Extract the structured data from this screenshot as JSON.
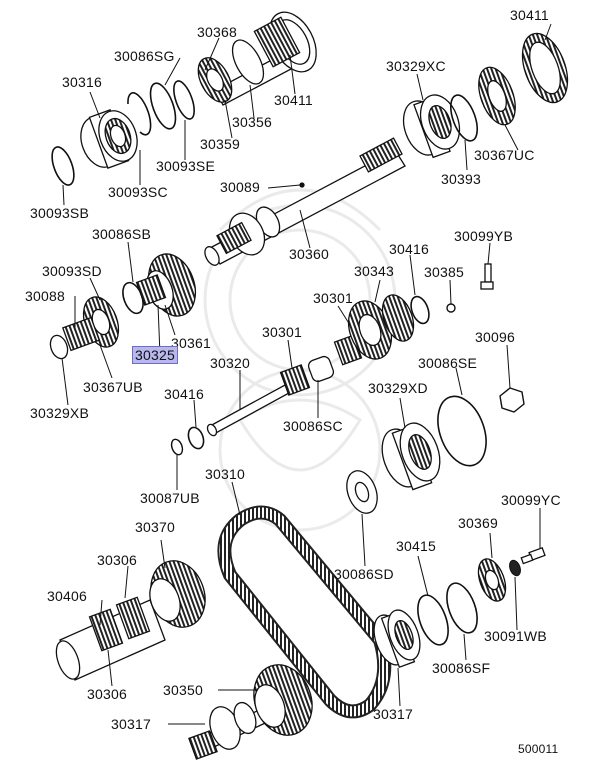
{
  "diagram": {
    "diagram_number": "500011",
    "highlighted_part": "30325",
    "labels": {
      "p30411_top": "30411",
      "p30368": "30368",
      "p30086SG": "30086SG",
      "p30329XC": "30329XC",
      "p30316": "30316",
      "p30411_mid": "30411",
      "p30356": "30356",
      "p30359": "30359",
      "p30093SE": "30093SE",
      "p30367UC": "30367UC",
      "p30093SC": "30093SC",
      "p30393": "30393",
      "p30089": "30089",
      "p30093SB": "30093SB",
      "p30086SB": "30086SB",
      "p30099YB": "30099YB",
      "p30360": "30360",
      "p30416_top": "30416",
      "p30093SD": "30093SD",
      "p30343": "30343",
      "p30385": "30385",
      "p30088": "30088",
      "p30301_a": "30301",
      "p30361": "30361",
      "p30301_b": "30301",
      "p30096": "30096",
      "p30325": "30325",
      "p30320": "30320",
      "p30086SE": "30086SE",
      "p30367UB": "30367UB",
      "p30416_mid": "30416",
      "p30329XD": "30329XD",
      "p30329XB": "30329XB",
      "p30086SC": "30086SC",
      "p30310": "30310",
      "p30087UB": "30087UB",
      "p30099YC": "30099YC",
      "p30370": "30370",
      "p30369": "30369",
      "p30306_a": "30306",
      "p30415": "30415",
      "p30086SD": "30086SD",
      "p30406": "30406",
      "p30091WB": "30091WB",
      "p30086SF": "30086SF",
      "p30306_b": "30306",
      "p30350": "30350",
      "p30317_a": "30317",
      "p30317_b": "30317"
    }
  }
}
